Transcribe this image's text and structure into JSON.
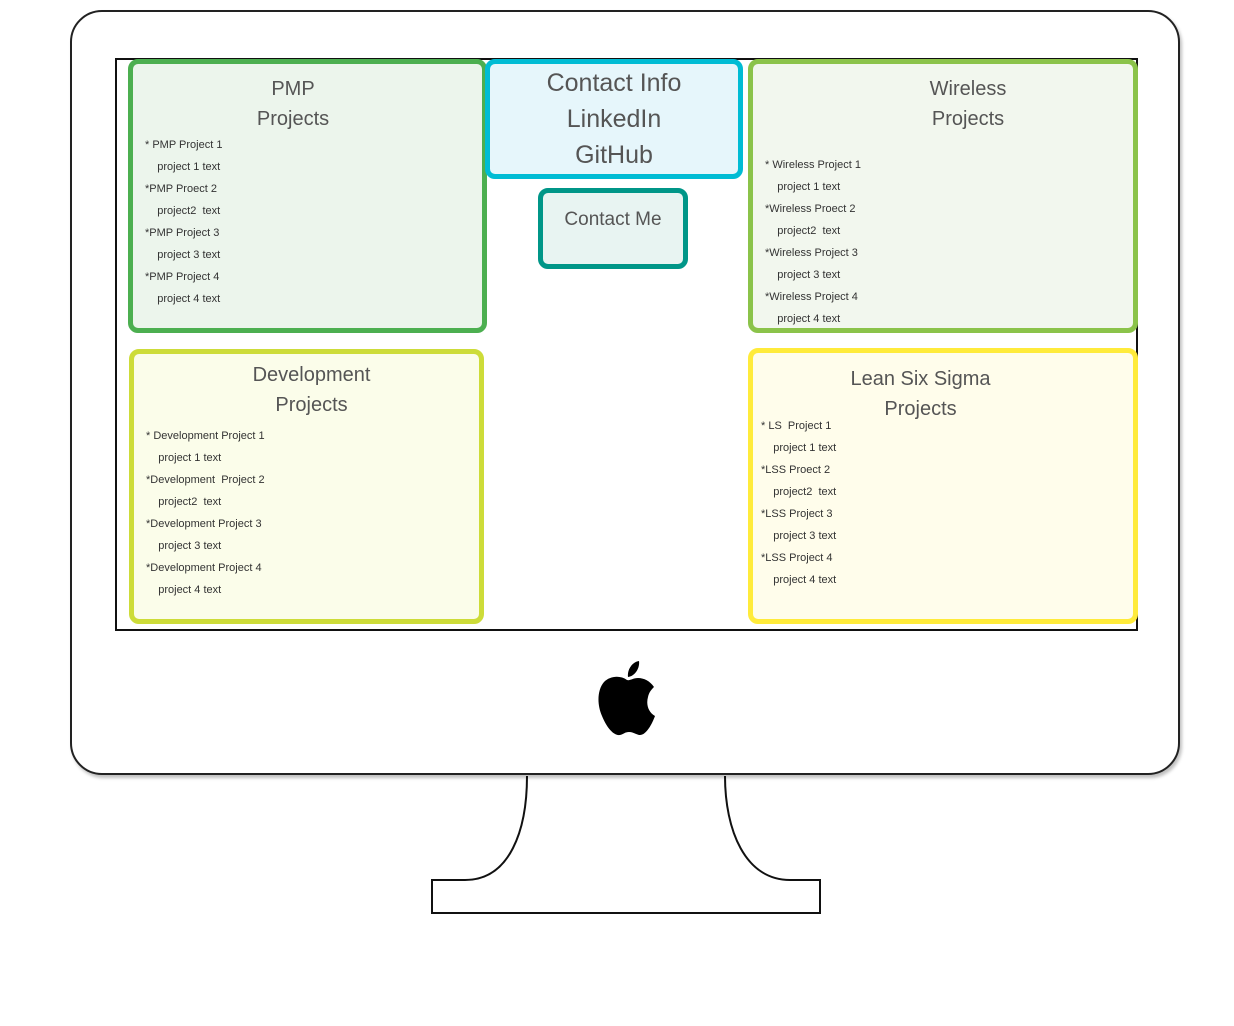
{
  "panels": {
    "pmp": {
      "title_line1": "PMP",
      "title_line2": "Projects",
      "items": [
        "* PMP Project 1",
        "    project 1 text",
        "*PMP Proect 2",
        "    project2  text",
        "*PMP Project 3",
        "    project 3 text",
        "*PMP Project 4",
        "    project 4 text"
      ]
    },
    "wireless": {
      "title_line1": "Wireless",
      "title_line2": "Projects",
      "items": [
        "* Wireless Project 1",
        "    project 1 text",
        "*Wireless Proect 2",
        "    project2  text",
        "*Wireless Project 3",
        "    project 3 text",
        "*Wireless Project 4",
        "    project 4 text"
      ]
    },
    "development": {
      "title_line1": "Development",
      "title_line2": "Projects",
      "items": [
        "* Development Project 1",
        "    project 1 text",
        "*Development  Project 2",
        "    project2  text",
        "*Development Project 3",
        "    project 3 text",
        "*Development Project 4",
        "    project 4 text"
      ]
    },
    "lss": {
      "title_line1": "Lean Six Sigma",
      "title_line2": "Projects",
      "items": [
        "* LS  Project 1",
        "    project 1 text",
        "*LSS Proect 2",
        "    project2  text",
        "*LSS Project 3",
        "    project 3 text",
        "*LSS Project 4",
        "    project 4 text"
      ]
    }
  },
  "contact_info": {
    "line1": "Contact Info",
    "line2": "LinkedIn",
    "line3": "GitHub"
  },
  "contact_me": {
    "label": "Contact Me"
  },
  "icons": {
    "logo": "apple-logo-icon"
  },
  "colors": {
    "pmp_border": "#4caf50",
    "wireless_border": "#8bc34a",
    "development_border": "#cddc39",
    "lss_border": "#ffeb3b",
    "contact_info_border": "#00bcd4",
    "contact_me_border": "#009688"
  }
}
